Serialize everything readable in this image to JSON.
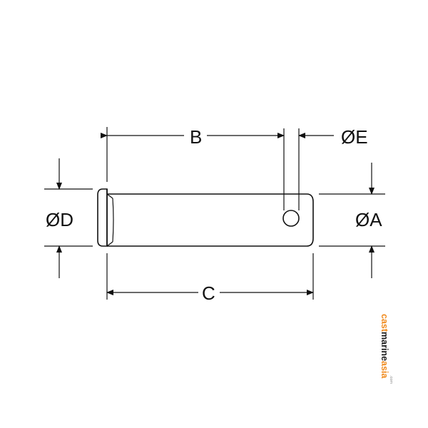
{
  "labels": {
    "A": "ØA",
    "B": "B",
    "C": "C",
    "D": "ØD",
    "E": "ØE"
  },
  "watermark": {
    "part1": "cast",
    "part2": "marine",
    "part3": "asia",
    "suffix": ".com",
    "color_orange": "#f08a1c",
    "color_dark": "#1a1a1a",
    "color_gray": "#888888"
  },
  "colors": {
    "stroke": "#111111",
    "background": "#ffffff"
  }
}
